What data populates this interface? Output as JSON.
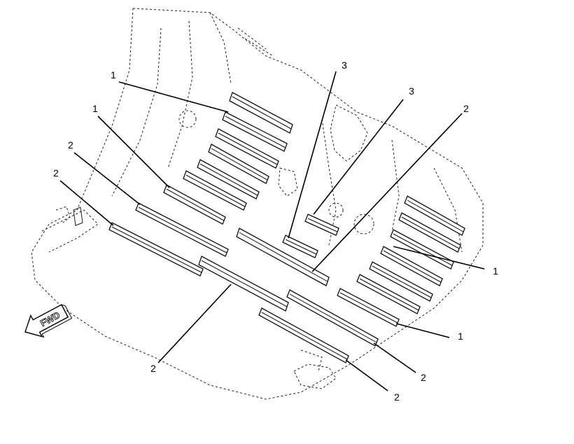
{
  "callouts": {
    "c1": "1",
    "c2": "1",
    "c3": "2",
    "c4": "2",
    "c5": "3",
    "c6": "3",
    "c7": "2",
    "c8": "1",
    "c9": "1",
    "c10": "2",
    "c11": "2",
    "c12": "2"
  },
  "fwd_label": "FWD"
}
